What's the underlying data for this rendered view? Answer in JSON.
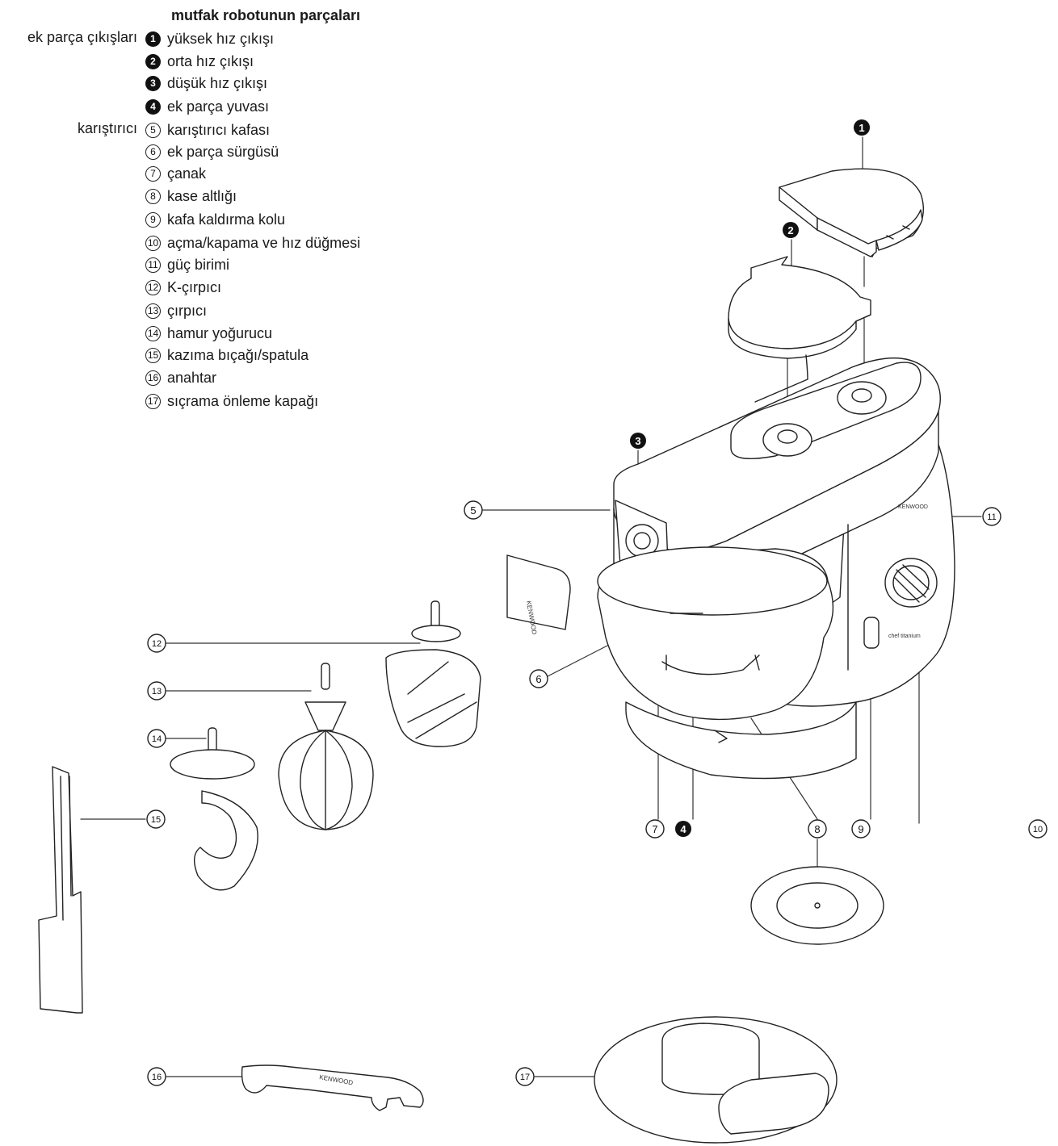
{
  "title": "mutfak robotunun parçaları",
  "groups": {
    "outlets": "ek parça çıkışları",
    "mixer": "karıştırıcı"
  },
  "parts": [
    {
      "num": "1",
      "style": "filled",
      "label": "yüksek hız çıkışı"
    },
    {
      "num": "2",
      "style": "filled",
      "label": "orta hız çıkışı"
    },
    {
      "num": "3",
      "style": "filled",
      "label": "düşük hız çıkışı"
    },
    {
      "num": "4",
      "style": "filled",
      "label": "ek parça yuvası"
    },
    {
      "num": "5",
      "style": "outline",
      "label": "karıştırıcı kafası"
    },
    {
      "num": "6",
      "style": "outline",
      "label": "ek parça sürgüsü"
    },
    {
      "num": "7",
      "style": "outline",
      "label": "çanak"
    },
    {
      "num": "8",
      "style": "outline",
      "label": "kase altlığı"
    },
    {
      "num": "9",
      "style": "outline",
      "label": "kafa kaldırma kolu"
    },
    {
      "num": "10",
      "style": "outline",
      "label": "açma/kapama ve hız düğmesi"
    },
    {
      "num": "11",
      "style": "outline",
      "label": "güç birimi"
    },
    {
      "num": "12",
      "style": "outline",
      "label": "K-çırpıcı"
    },
    {
      "num": "13",
      "style": "outline",
      "label": "çırpıcı"
    },
    {
      "num": "14",
      "style": "outline",
      "label": "hamur yoğurucu"
    },
    {
      "num": "15",
      "style": "outline",
      "label": "kazıma bıçağı/spatula"
    },
    {
      "num": "16",
      "style": "outline",
      "label": "anahtar"
    },
    {
      "num": "17",
      "style": "outline",
      "label": "sıçrama önleme kapağı"
    }
  ],
  "brand_marks": {
    "body": "KENWOOD",
    "cover": "KENWOOD",
    "spanner": "KENWOOD",
    "dial_label": "chef titanium"
  },
  "callouts": [
    {
      "num": "1",
      "style": "filled"
    },
    {
      "num": "2",
      "style": "filled"
    },
    {
      "num": "3",
      "style": "filled"
    },
    {
      "num": "4",
      "style": "filled"
    },
    {
      "num": "5",
      "style": "outline"
    },
    {
      "num": "6",
      "style": "outline"
    },
    {
      "num": "7",
      "style": "outline"
    },
    {
      "num": "8",
      "style": "outline"
    },
    {
      "num": "9",
      "style": "outline"
    },
    {
      "num": "10",
      "style": "outline"
    },
    {
      "num": "11",
      "style": "outline"
    },
    {
      "num": "12",
      "style": "outline"
    },
    {
      "num": "13",
      "style": "outline"
    },
    {
      "num": "14",
      "style": "outline"
    },
    {
      "num": "15",
      "style": "outline"
    },
    {
      "num": "16",
      "style": "outline"
    },
    {
      "num": "17",
      "style": "outline"
    }
  ]
}
